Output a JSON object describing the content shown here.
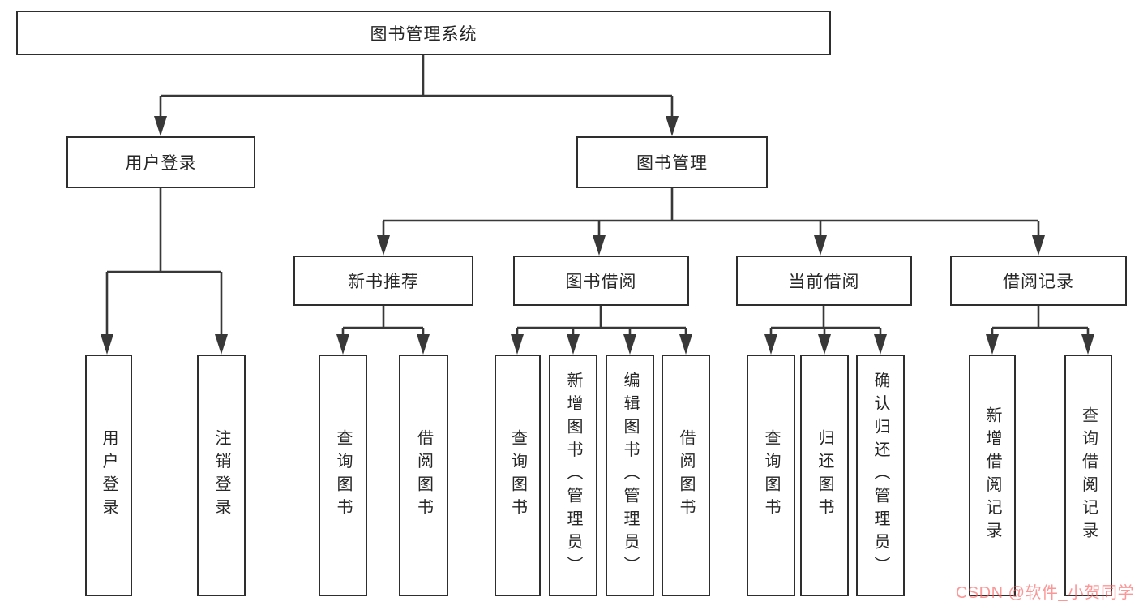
{
  "diagram": {
    "watermark": "CSDN @软件_小贺同学",
    "colors": {
      "line": "#383838",
      "box_border": "#2e2e2e",
      "box_fill": "#ffffff",
      "text": "#262626",
      "watermark": "#fa6060"
    },
    "root": {
      "label": "图书管理系统",
      "children": [
        {
          "label": "用户登录",
          "children": [
            {
              "label": "用户登录"
            },
            {
              "label": "注销登录"
            }
          ]
        },
        {
          "label": "图书管理",
          "children": [
            {
              "label": "新书推荐",
              "children": [
                {
                  "label": "查询图书"
                },
                {
                  "label": "借阅图书"
                }
              ]
            },
            {
              "label": "图书借阅",
              "children": [
                {
                  "label": "查询图书"
                },
                {
                  "label": "新增图书（管理员）"
                },
                {
                  "label": "编辑图书（管理员）"
                },
                {
                  "label": "借阅图书"
                }
              ]
            },
            {
              "label": "当前借阅",
              "children": [
                {
                  "label": "查询图书"
                },
                {
                  "label": "归还图书"
                },
                {
                  "label": "确认归还（管理员）"
                }
              ]
            },
            {
              "label": "借阅记录",
              "children": [
                {
                  "label": "新增借阅记录"
                },
                {
                  "label": "查询借阅记录"
                }
              ]
            }
          ]
        }
      ]
    }
  }
}
